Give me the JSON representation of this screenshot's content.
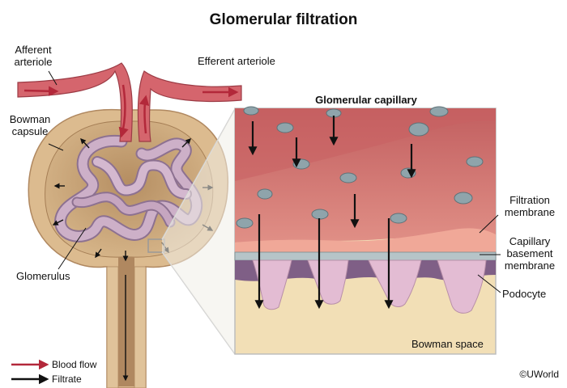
{
  "title": "Glomerular filtration",
  "labels": {
    "afferent_arteriole": "Afferent\narteriole",
    "efferent_arteriole": "Efferent arteriole",
    "bowman_capsule": "Bowman\ncapsule",
    "glomerulus": "Glomerulus",
    "glomerular_capillary": "Glomerular capillary",
    "filtration_membrane": "Filtration\nmembrane",
    "capillary_basement_membrane": "Capillary\nbasement\nmembrane",
    "podocyte": "Podocyte",
    "bowman_space": "Bowman space"
  },
  "legend": [
    {
      "label": "Blood flow",
      "color": "#b3283a"
    },
    {
      "label": "Filtrate",
      "color": "#111111"
    }
  ],
  "copyright": "©UWorld",
  "colors": {
    "capsule": "#d9b88c",
    "capsule_inner": "#caa277",
    "vessel": "#d5656d",
    "capillary": "#c9aac1",
    "plasma": "#d77a76",
    "bowman_space": "#f2dfb6",
    "basement": "#b6c4c8",
    "podocyte": "#e3bcd3"
  }
}
